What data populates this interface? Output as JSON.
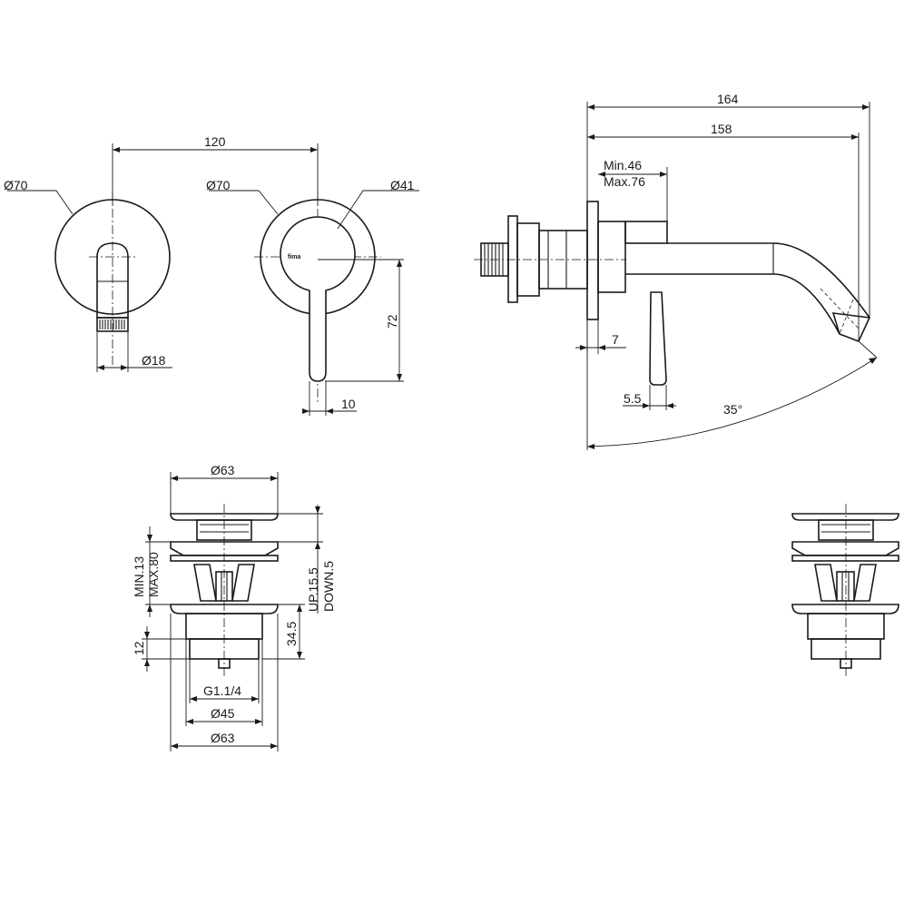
{
  "labels": {
    "body_dia_left": "Ø70",
    "body_dia_right": "Ø70",
    "handle_dia": "Ø41",
    "centers": "120",
    "spout_dia": "Ø18",
    "handle_len": "72",
    "handle_w": "10",
    "len_total": "164",
    "len_spout": "158",
    "wall_min": "Min.46",
    "wall_max": "Max.76",
    "plate_t": "7",
    "handle_t": "5.5",
    "angle": "35°",
    "cap_dia": "Ø63",
    "travel_min": "MIN.13",
    "travel_max": "MAX.80",
    "stroke_up": "UP.15.5",
    "stroke_down": "DOWN.5",
    "body_h": "34.5",
    "thread_h": "12",
    "thread": "G1.1/4",
    "base_dia_small": "Ø45",
    "base_dia_large": "Ø63"
  },
  "logo": "fima"
}
